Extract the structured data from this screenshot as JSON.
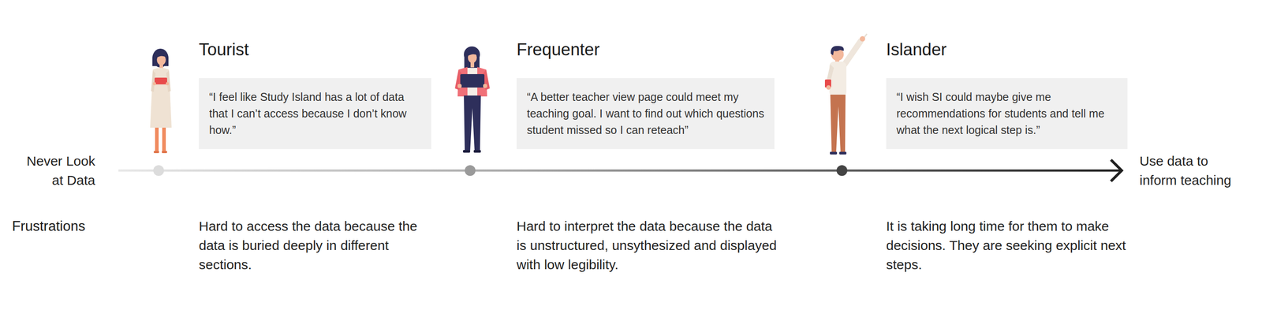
{
  "diagram": {
    "nodes": [
      {
        "text": [
          "Tourist",
          "“I feel like Study Island has a lot of data that I can’t access because I don’t know how.”"
        ]
      },
      {
        "text": [
          "Frequenter",
          "“A better teacher view page could meet my teaching goal. I want to find out which questions student missed so I can reteach”"
        ]
      },
      {
        "text": [
          "Islander",
          "“I wish SI could maybe give me recommendations for students and tell me what the next logical step is.”"
        ]
      }
    ],
    "labels": [
      "Never Look at Data",
      "Use data to inform teaching",
      "Frustrations",
      "Hard to access the data because the data is buried deeply in different sections.",
      "Hard to interpret the data because the data is unstructured, unsythesized and displayed with low legibility.",
      "It is taking long time for them to make decisions. They are seeking explicit next steps."
    ]
  }
}
